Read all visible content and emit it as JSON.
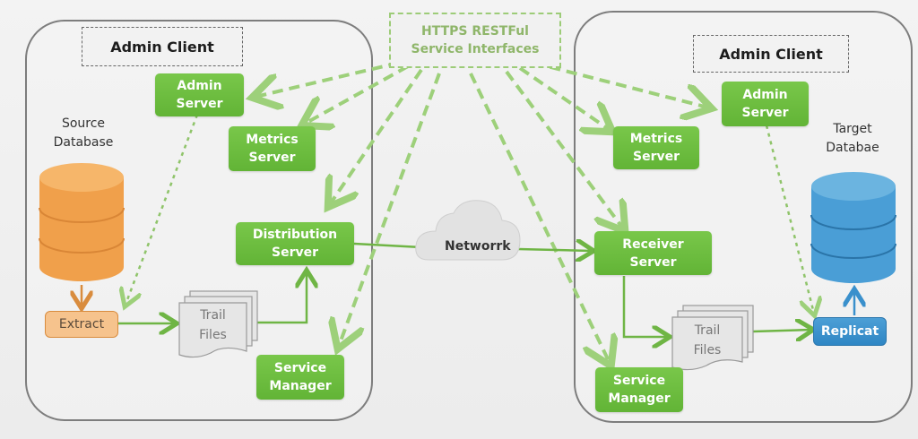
{
  "api_label": {
    "line1": "HTTPS RESTFul",
    "line2": "Service Interfaces"
  },
  "left": {
    "admin_client": "Admin Client",
    "admin_server": [
      "Admin",
      "Server"
    ],
    "metrics_server": [
      "Metrics",
      "Server"
    ],
    "distribution_server": [
      "Distribution",
      "Server"
    ],
    "service_manager": [
      "Service",
      "Manager"
    ],
    "db_label": [
      "Source",
      "Database"
    ],
    "extract": "Extract",
    "trail_files": [
      "Trail",
      "Files"
    ]
  },
  "right": {
    "admin_client": "Admin Client",
    "admin_server": [
      "Admin",
      "Server"
    ],
    "metrics_server": [
      "Metrics",
      "Server"
    ],
    "receiver_server": [
      "Receiver",
      "Server"
    ],
    "service_manager": [
      "Service",
      "Manager"
    ],
    "db_label": [
      "Target",
      "Databae"
    ],
    "replicat": "Replicat",
    "trail_files": [
      "Trail",
      "Files"
    ]
  },
  "network": "Networrk",
  "colors": {
    "green": "#6abd3d",
    "orange": "#f0a04b",
    "blue": "#3a90cc",
    "dash_green": "#9dd07a"
  }
}
